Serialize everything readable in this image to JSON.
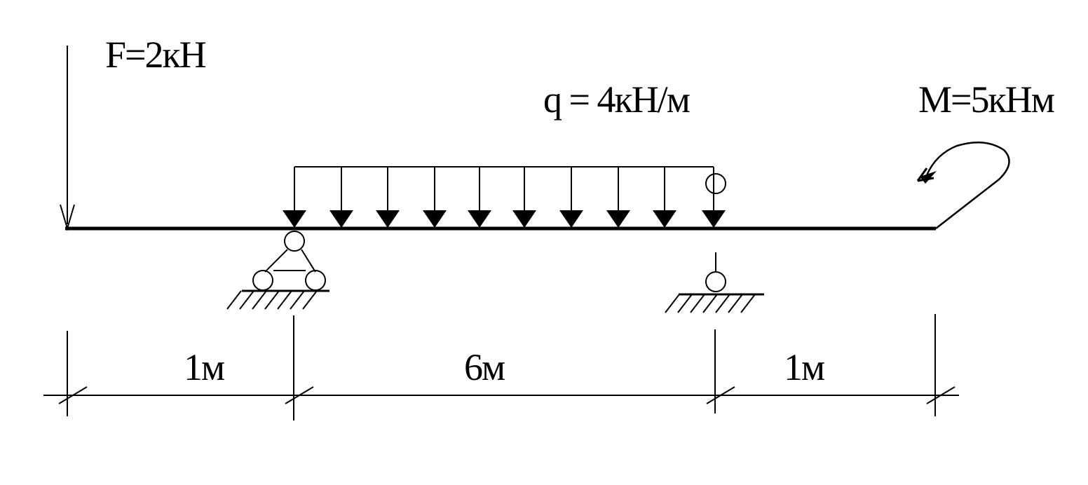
{
  "labels": {
    "force": "F=2кН",
    "distributed_load": "q = 4кН/м",
    "moment": "M=5кНм",
    "dim_left": "1м",
    "dim_middle": "6м",
    "dim_right": "1м"
  },
  "colors": {
    "ink": "#000000",
    "background": "#ffffff"
  },
  "icons": {
    "pinned_support": "pinned-support-icon",
    "roller_support": "roller-support-icon",
    "moment_arrow": "curved-arrow-icon"
  }
}
